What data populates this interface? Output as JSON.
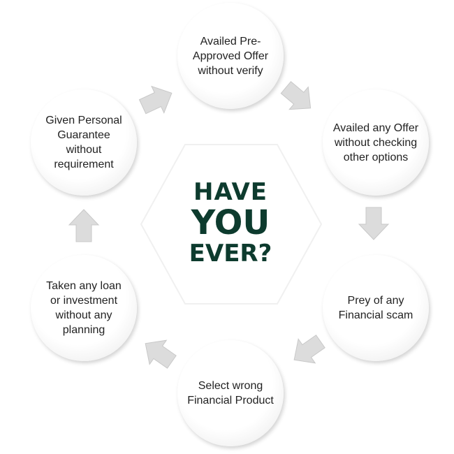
{
  "center": {
    "line1": "HAVE",
    "line2": "YOU",
    "line3": "EVER?"
  },
  "steps": [
    {
      "label": "Availed Pre-Approved Offer without verify"
    },
    {
      "label": "Availed any Offer without checking other options"
    },
    {
      "label": "Prey of any Financial scam"
    },
    {
      "label": "Select wrong Financial Product"
    },
    {
      "label": "Taken any loan or investment without any planning"
    },
    {
      "label": "Given Personal Guarantee without requirement"
    }
  ],
  "colors": {
    "text_accent": "#0d3b2e",
    "arrow": "#dcdcdc"
  }
}
